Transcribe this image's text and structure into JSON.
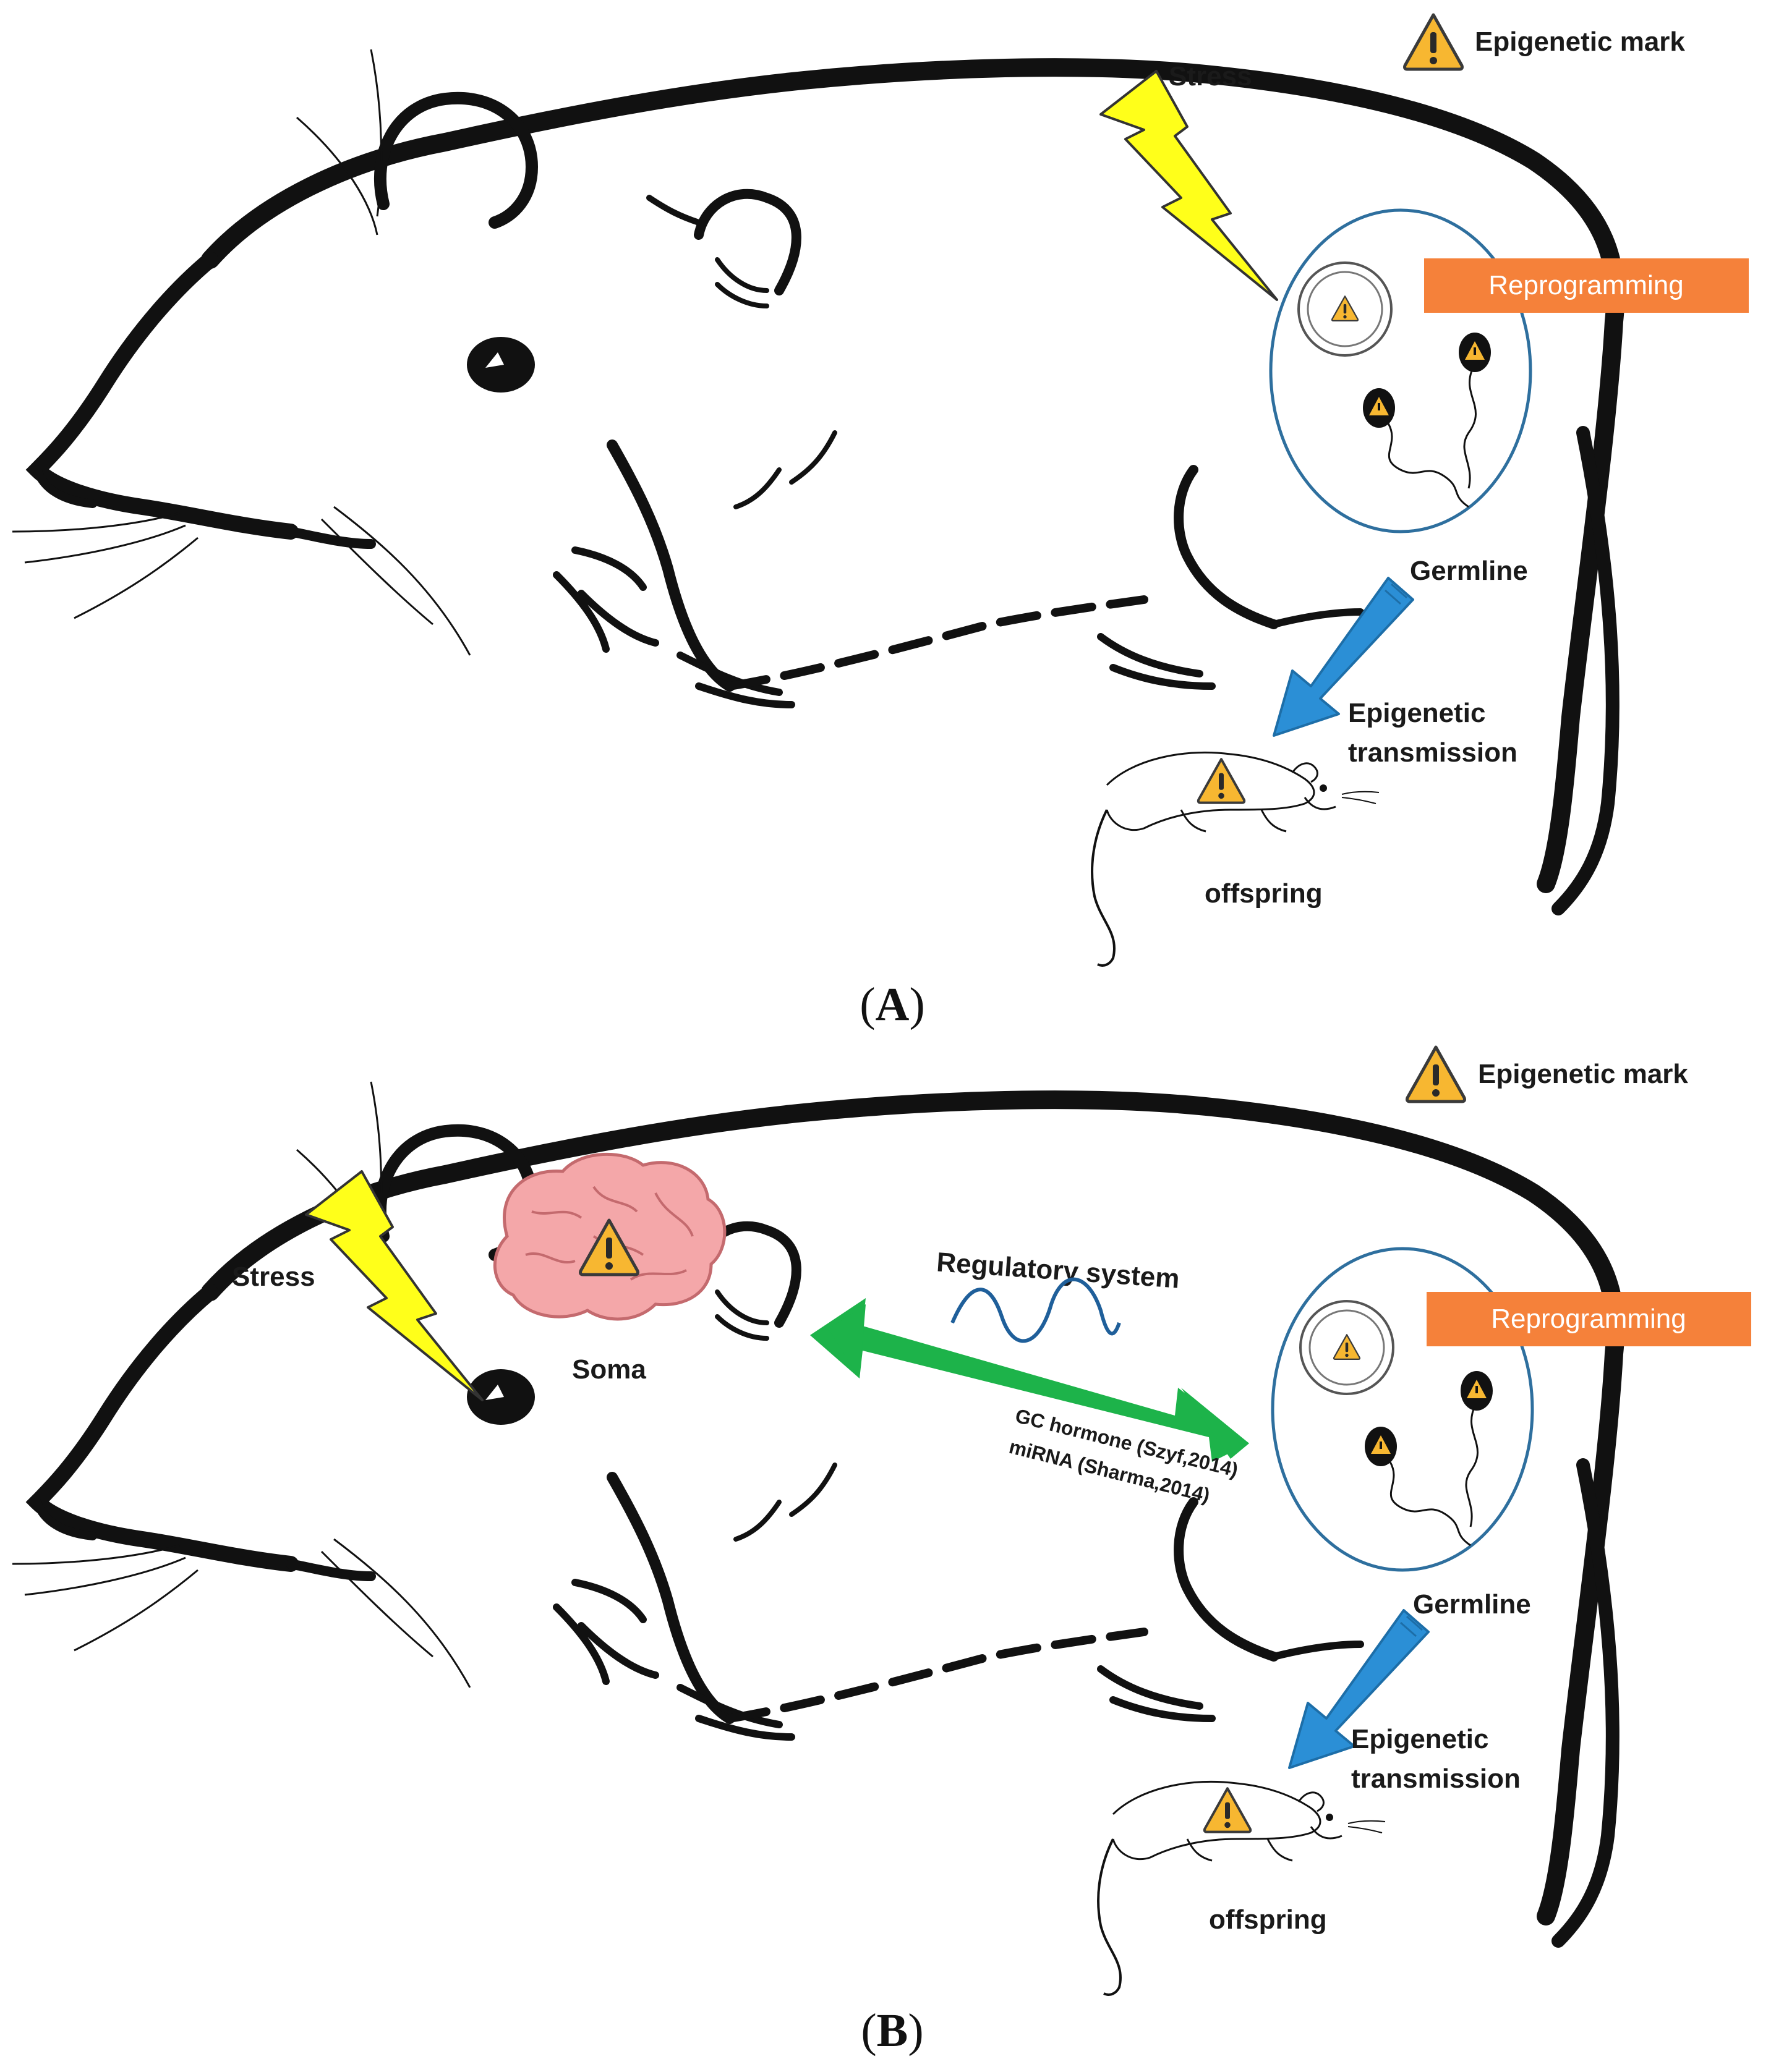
{
  "panel_a": {
    "legend_label": "Epigenetic mark",
    "stress_label": "Stress",
    "reprogramming_label": "Reprogramming",
    "germline_label": "Germline",
    "transmission_line1": "Epigenetic",
    "transmission_line2": "transmission",
    "offspring_label": "offspring",
    "caption_letter": "A"
  },
  "panel_b": {
    "legend_label": "Epigenetic mark",
    "stress_label": "Stress",
    "soma_label": "Soma",
    "regulatory_label": "Regulatory system",
    "gc_label": "GC hormone (Szyf,2014)",
    "mirna_label": "miRNA (Sharma,2014)",
    "reprogramming_label": "Reprogramming",
    "germline_label": "Germline",
    "transmission_line1": "Epigenetic",
    "transmission_line2": "transmission",
    "offspring_label": "offspring",
    "caption_letter": "B"
  },
  "colors": {
    "outline": "#111111",
    "stress_bolt": "#ffff1a",
    "reprogramming_box": "#f5813a",
    "germline_ring": "#2e6f9e",
    "transmission_arrow": "#2b8fd6",
    "bidirectional_arrow": "#1db34a",
    "warning_fill": "#f7b731",
    "brain_fill": "#f4a7a9",
    "regulatory_wave": "#1f5f9a"
  },
  "icons": {
    "epigenetic_mark": "warning-triangle-icon",
    "stress": "lightning-bolt-icon",
    "soma": "brain-icon"
  }
}
